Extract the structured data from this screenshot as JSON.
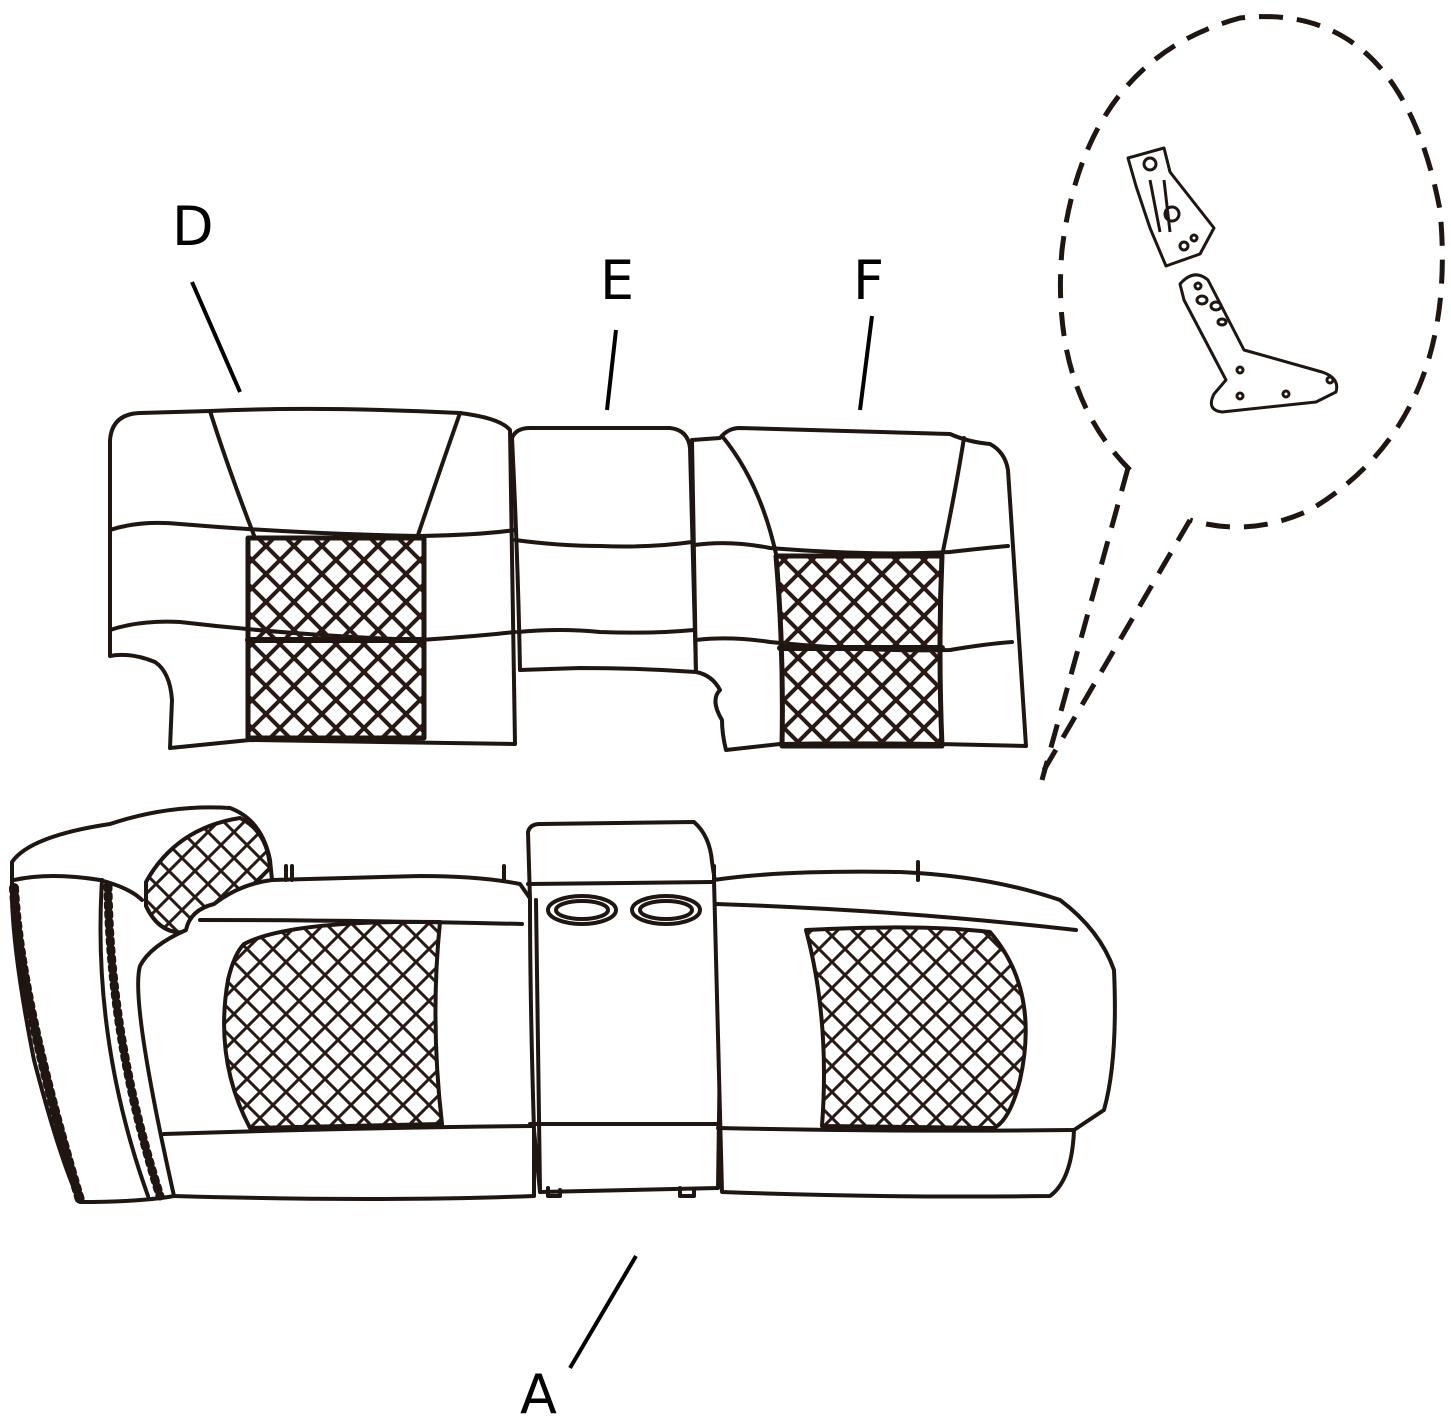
{
  "labels": {
    "d": "D",
    "e": "E",
    "f": "F",
    "a": "A"
  },
  "colors": {
    "line": "#1f1612",
    "mesh": "#2a1a15",
    "background": "#ffffff"
  }
}
